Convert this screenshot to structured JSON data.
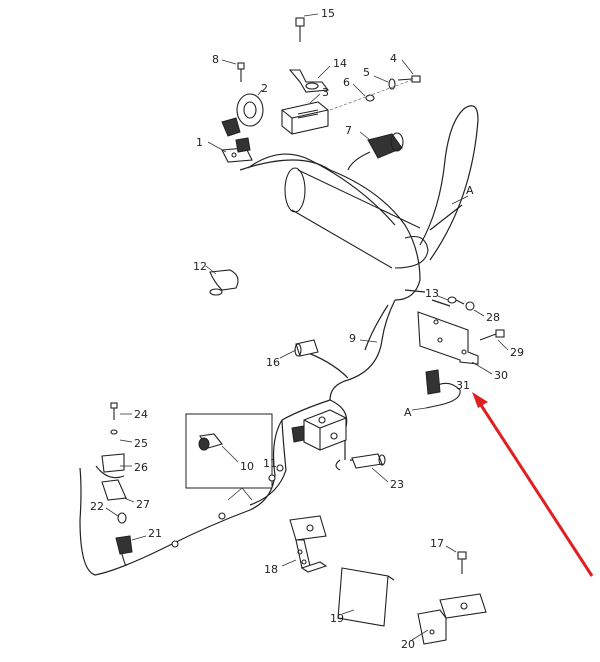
{
  "callouts": {
    "c1": "1",
    "c2": "2",
    "c3": "3",
    "c4": "4",
    "c5": "5",
    "c6": "6",
    "c7": "7",
    "c8": "8",
    "c9": "9",
    "c10": "10",
    "c11": "11",
    "c12": "12",
    "c13": "13",
    "c14": "14",
    "c15": "15",
    "c16": "16",
    "c17": "17",
    "c18": "18",
    "c19": "19",
    "c20": "20",
    "c21": "21",
    "c22": "22",
    "c23": "23",
    "c24": "24",
    "c25": "25",
    "c26": "26",
    "c27": "27",
    "c28": "28",
    "c29": "29",
    "c30": "30",
    "c31": "31",
    "refA_top": "A",
    "refA_bottom": "A"
  },
  "colors": {
    "line": "#222222",
    "highlight_arrow": "#e02020",
    "background": "#ffffff"
  },
  "icons": {
    "pointer": "red-pointer-arrow-icon"
  }
}
